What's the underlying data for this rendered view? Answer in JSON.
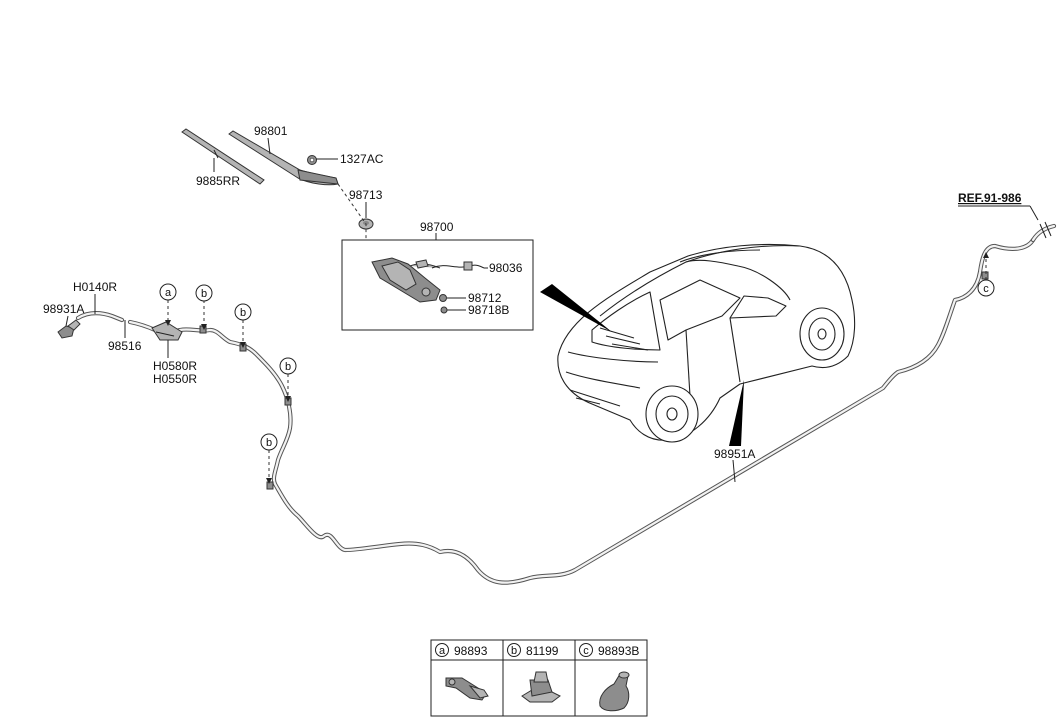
{
  "diagram": {
    "labels": {
      "p98801": "98801",
      "p1327AC": "1327AC",
      "p9885RR": "9885RR",
      "p98713": "98713",
      "p98700": "98700",
      "p98036": "98036",
      "p98712": "98712",
      "p98718B": "98718B",
      "pH0140R": "H0140R",
      "p98931A": "98931A",
      "p98516": "98516",
      "pH0580R": "H0580R",
      "pH0550R": "H0550R",
      "p98951A": "98951A",
      "ref": "REF.91-986"
    },
    "callouts": {
      "a": "a",
      "b": "b",
      "c": "c"
    },
    "legend": [
      {
        "letter": "a",
        "part": "98893"
      },
      {
        "letter": "b",
        "part": "81199"
      },
      {
        "letter": "c",
        "part": "98893B"
      }
    ]
  }
}
